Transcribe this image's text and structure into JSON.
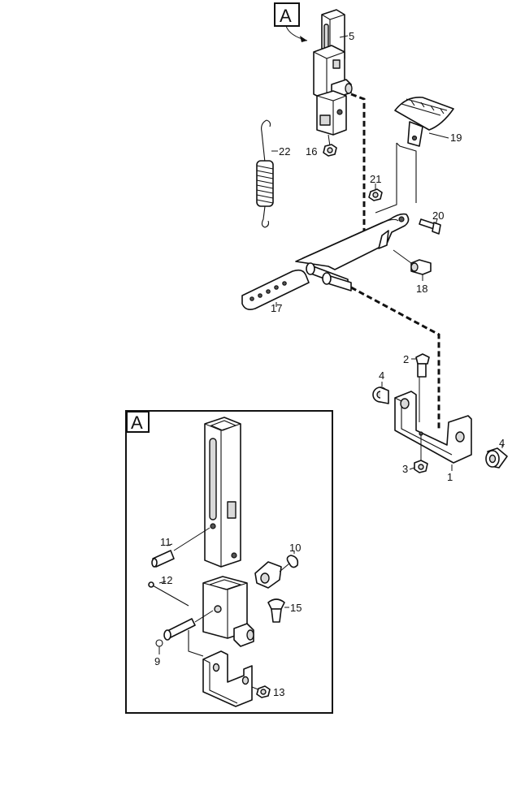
{
  "callouts": {
    "a_top": "A",
    "a_inset": "A"
  },
  "labels": {
    "l1": "1",
    "l2": "2",
    "l3": "3",
    "l4a": "4",
    "l4b": "4",
    "l5": "5",
    "l9": "9",
    "l10": "10",
    "l11": "11",
    "l12": "12",
    "l13": "13",
    "l15": "15",
    "l16": "16",
    "l17": "17",
    "l18": "18",
    "l19": "19",
    "l20": "20",
    "l21": "21",
    "l22": "22"
  }
}
